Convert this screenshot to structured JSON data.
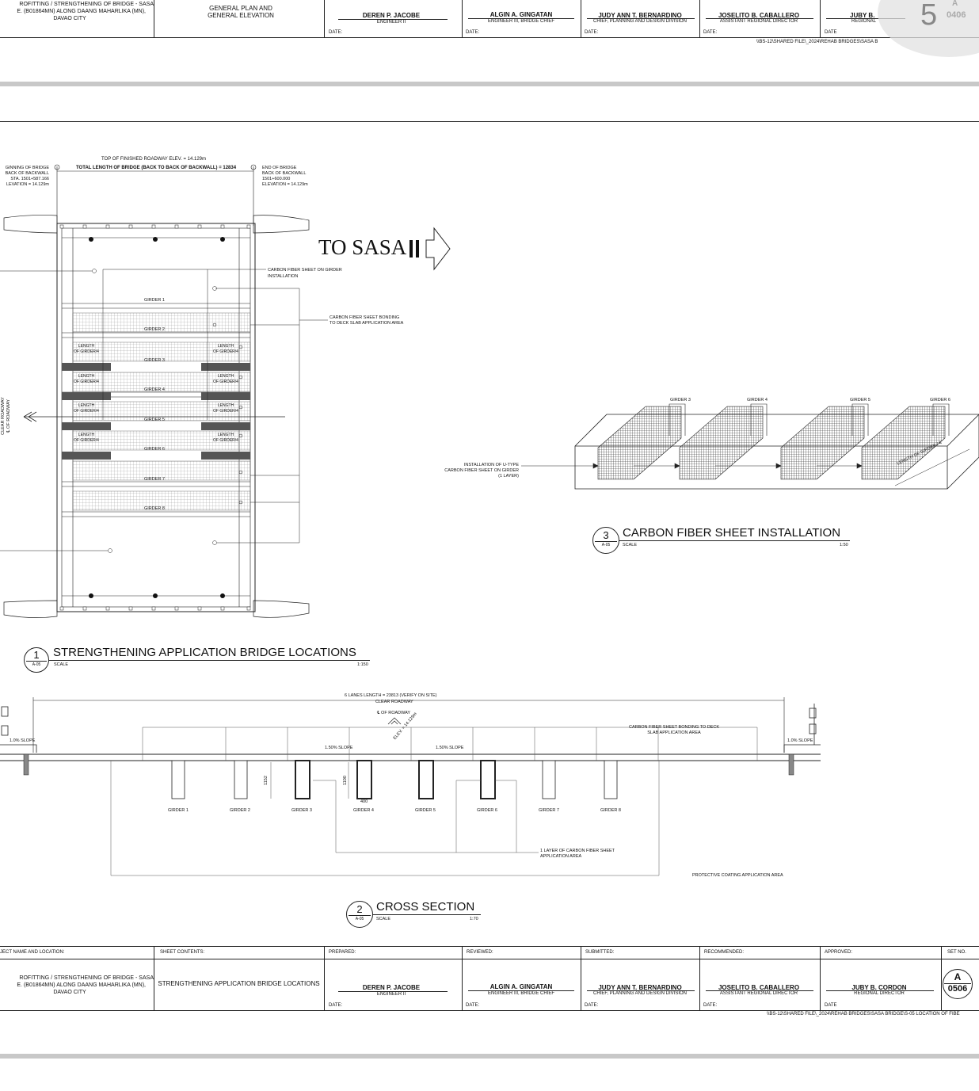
{
  "top_title_block": {
    "project_lines": [
      "ROFITTING / STRENGTHENING OF BRIDGE - SASA",
      "E. (B01864MN) ALONG DAANG MAHARLIKA (MN),",
      "DAVAO CITY"
    ],
    "sheet_contents": "GENERAL PLAN AND GENERAL ELEVATION",
    "prepared_name": "DEREN P. JACOBE",
    "prepared_title": "ENGINEER II",
    "reviewed_name": "ALGIN A. GINGATAN",
    "reviewed_title": "ENGINEER III, BRIDGE CHIEF",
    "submitted_name": "JUDY ANN T. BERNARDINO",
    "submitted_title": "CHIEF, PLANNING AND DESIGN DIVISION",
    "recommended_name": "JOSELITO B. CABALLERO",
    "recommended_title": "ASSISTANT REGIONAL DIRECTOR",
    "approved_name": "JUBY B.",
    "approved_title": "REGIONAL",
    "date_label": "DATE:",
    "date_label_plain": "DATE",
    "page_badge": "5",
    "sheet_a": "A",
    "sheet_no": "0406",
    "file_path": "\\\\BS-12\\SHARED FILE\\_2024\\REHAB BRIDGES\\SASA B"
  },
  "plan": {
    "top_elev": "TOP OF FINISHED ROADWAY ELEV. = 14.129m",
    "total_length": "TOTAL LENGTH OF BRIDGE (BACK TO BACK OF BACKWALL) = 12834",
    "begin_lines": [
      "GINNING OF BRIDGE",
      "BACK OF BACKWALL",
      "STA. 1501+587.166",
      "LEVATION = 14.129m"
    ],
    "end_lines": [
      "END OF BRIDGE",
      "BACK OF BACKWALL",
      "1501+600.000",
      "ELEVATION = 14.129m"
    ],
    "to_sasa": "TO SASA",
    "cf_girder_lines": [
      "CARBON FIBER SHEET ON GIRDER",
      "INSTALLATION"
    ],
    "cf_deck_lines": [
      "CARBON FIBER SHEET BONDING",
      "TO DECK SLAB APPLICATION AREA"
    ],
    "girders": [
      "GIRDER 1",
      "GIRDER 2",
      "GIRDER 3",
      "GIRDER 4",
      "GIRDER 5",
      "GIRDER 6",
      "GIRDER 7",
      "GIRDER 8"
    ],
    "length_label_1": "LENGTH",
    "length_label_2": "OF GIRDER/4",
    "clear_roadway": "CLEAR ROADWAY",
    "cl_roadway": "℄ OF ROADWAY"
  },
  "detail1": {
    "num": "1",
    "ref": "A-05",
    "title": "STRENGTHENING APPLICATION BRIDGE LOCATIONS",
    "scale_label": "SCALE",
    "scale": "1:150"
  },
  "iso": {
    "girders": [
      "GIRDER 3",
      "GIRDER 4",
      "GIRDER 5",
      "GIRDER 6"
    ],
    "install_lines": [
      "INSTALLATION OF U-TYPE",
      "CARBON FIBER SHEET ON GIRDER",
      "(1 LAYER)"
    ],
    "length_label": "LENGTH OF GIRDER / 4"
  },
  "detail3": {
    "num": "3",
    "ref": "A-05",
    "title": "CARBON FIBER SHEET INSTALLATION",
    "scale_label": "SCALE",
    "scale": "1:50"
  },
  "section": {
    "lanes_length": "6 LANES LENGTH = 23813 (VERIFY ON SITE)",
    "clear_roadway": "CLEAR ROADWAY",
    "cl_roadway": "℄ OF ROADWAY",
    "deck_lines": [
      "CARBON FIBER SHEET BONDING TO DECK",
      "SLAB APPLICATION AREA"
    ],
    "slope_1": "1.0% SLOPE",
    "slope_150": "1.50% SLOPE",
    "elev": "ELEV. = 14.129m",
    "dim_1152": "1152",
    "dim_1100": "1100",
    "dim_400": "400",
    "girders": [
      "GIRDER 1",
      "GIRDER 2",
      "GIRDER 3",
      "GIRDER 4",
      "GIRDER 5",
      "GIRDER 6",
      "GIRDER 7",
      "GIRDER 8"
    ],
    "one_layer_lines": [
      "1 LAYER OF CARBON FIBER SHEET",
      "APPLICATION AREA"
    ],
    "protective": "PROTECTIVE COATING APPLICATION AREA"
  },
  "detail2": {
    "num": "2",
    "ref": "A-05",
    "title": "CROSS SECTION",
    "scale_label": "SCALE",
    "scale": "1:70"
  },
  "bottom_title_block": {
    "headers": [
      "JECT NAME AND LOCATION:",
      "SHEET CONTENTS:",
      "PREPARED:",
      "REVIEWED:",
      "SUBMITTED:",
      "RECOMMENDED:",
      "APPROVED:",
      "SET NO."
    ],
    "project_lines": [
      "ROFITTING / STRENGTHENING OF BRIDGE - SASA",
      "E. (B01864MN) ALONG DAANG MAHARLIKA (MN),",
      "DAVAO CITY"
    ],
    "sheet_contents": "STRENGTHENING APPLICATION BRIDGE LOCATIONS",
    "prepared_name": "DEREN P. JACOBE",
    "prepared_title": "ENGINEER II",
    "reviewed_name": "ALGIN A. GINGATAN",
    "reviewed_title": "ENGINEER III, BRIDGE CHIEF",
    "submitted_name": "JUDY ANN T. BERNARDINO",
    "submitted_title": "CHIEF, PLANNING AND DESIGN DIVISION",
    "recommended_name": "JOSELITO B. CABALLERO",
    "recommended_title": "ASSISTANT REGIONAL DIRECTOR",
    "approved_name": "JUBY B. CORDON",
    "approved_title": "REGIONAL DIRECTOR",
    "date_label": "DATE:",
    "date_label_plain": "DATE",
    "sheet_a": "A",
    "sheet_no": "0506",
    "file_path": "\\\\BS-12\\SHARED FILE\\_2024\\REHAB BRIDGES\\SASA BRIDGE\\S-05 LOCATION OF FIBE"
  }
}
